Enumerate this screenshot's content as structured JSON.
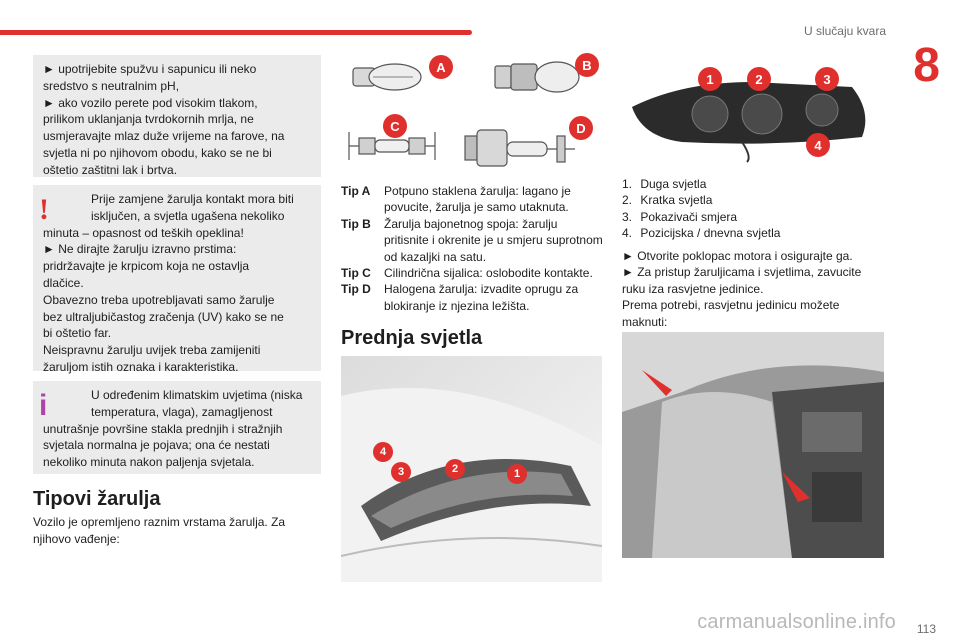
{
  "header": {
    "section_title": "U slučaju kvara",
    "chapter": "8",
    "page_number": "113",
    "watermark": "carmanualsonline.info"
  },
  "left_column": {
    "box1_lines": [
      "► upotrijebite spužvu i sapunicu ili neko",
      "sredstvo s neutralnim pH,",
      "► ako vozilo perete pod visokim tlakom,",
      "prilikom uklanjanja tvrdokornih mrlja, ne",
      "usmjeravajte mlaz duže vrijeme na farove, na",
      "svjetla ni po njihovom obodu, kako se ne bi",
      "oštetio zaštitni lak i brtva."
    ],
    "warning_icon": "exclamation-warning-icon",
    "box2_lines": [
      "Prije zamjene žarulja kontakt mora biti",
      "isključen, a svjetla ugašena nekoliko",
      "minuta – opasnost od teških opeklina!",
      "► Ne dirajte žarulju izravno prstima:",
      "pridržavajte je krpicom koja ne ostavlja",
      "dlačice.",
      "Obavezno treba upotrebljavati samo žarulje",
      "bez ultraljubičastog zračenja (UV) kako se ne",
      "bi oštetio far.",
      "Neispravnu žarulju uvijek treba zamijeniti",
      "žaruljom istih oznaka i karakteristika."
    ],
    "info_icon": "info-icon",
    "box3_lines": [
      "U određenim klimatskim uvjetima (niska",
      "temperatura, vlaga), zamagljenost",
      "unutrašnje površine stakla prednjih i stražnjih",
      "svjetala normalna je pojava; ona će nestati",
      "nekoliko minuta nakon paljenja svjetala."
    ],
    "heading": "Tipovi žarulja",
    "intro_lines": [
      "Vozilo je opremljeno raznim vrstama žarulja. Za",
      "njihovo vađenje:"
    ]
  },
  "middle_column": {
    "bulb_badges": [
      "A",
      "B",
      "C",
      "D"
    ],
    "types": [
      {
        "label": "Tip A",
        "desc": "Potpuno staklena žarulja: lagano je povucite, žarulja je samo utaknuta."
      },
      {
        "label": "Tip B",
        "desc": "Žarulja bajonetnog spoja: žarulju pritisnite i okrenite je u smjeru suprotnom od kazaljki na satu."
      },
      {
        "label": "Tip C",
        "desc": "Cilindrična sijalica: oslobodite kontakte."
      },
      {
        "label": "Tip D",
        "desc": "Halogena žarulja: izvadite oprugu za blokiranje iz njezina ležišta."
      }
    ],
    "heading": "Prednja svjetla",
    "front_badges": [
      "4",
      "3",
      "2",
      "1"
    ]
  },
  "right_column": {
    "head_badges": [
      "1",
      "2",
      "3",
      "4"
    ],
    "legend": [
      {
        "num": "1.",
        "text": "Duga svjetla"
      },
      {
        "num": "2.",
        "text": "Kratka svjetla"
      },
      {
        "num": "3.",
        "text": "Pokazivači smjera"
      },
      {
        "num": "4.",
        "text": "Pozicijska / dnevna svjetla"
      }
    ],
    "steps_lines": [
      "► Otvorite poklopac motora i osigurajte ga.",
      "► Za pristup žaruljicama i svjetlima, zavucite",
      "ruku iza rasvjetne jedinice.",
      "Prema potrebi, rasvjetnu jedinicu možete",
      "maknuti:"
    ]
  },
  "colors": {
    "accent": "#e0302d",
    "info": "#b043a8",
    "box_bg": "#ebebeb"
  }
}
